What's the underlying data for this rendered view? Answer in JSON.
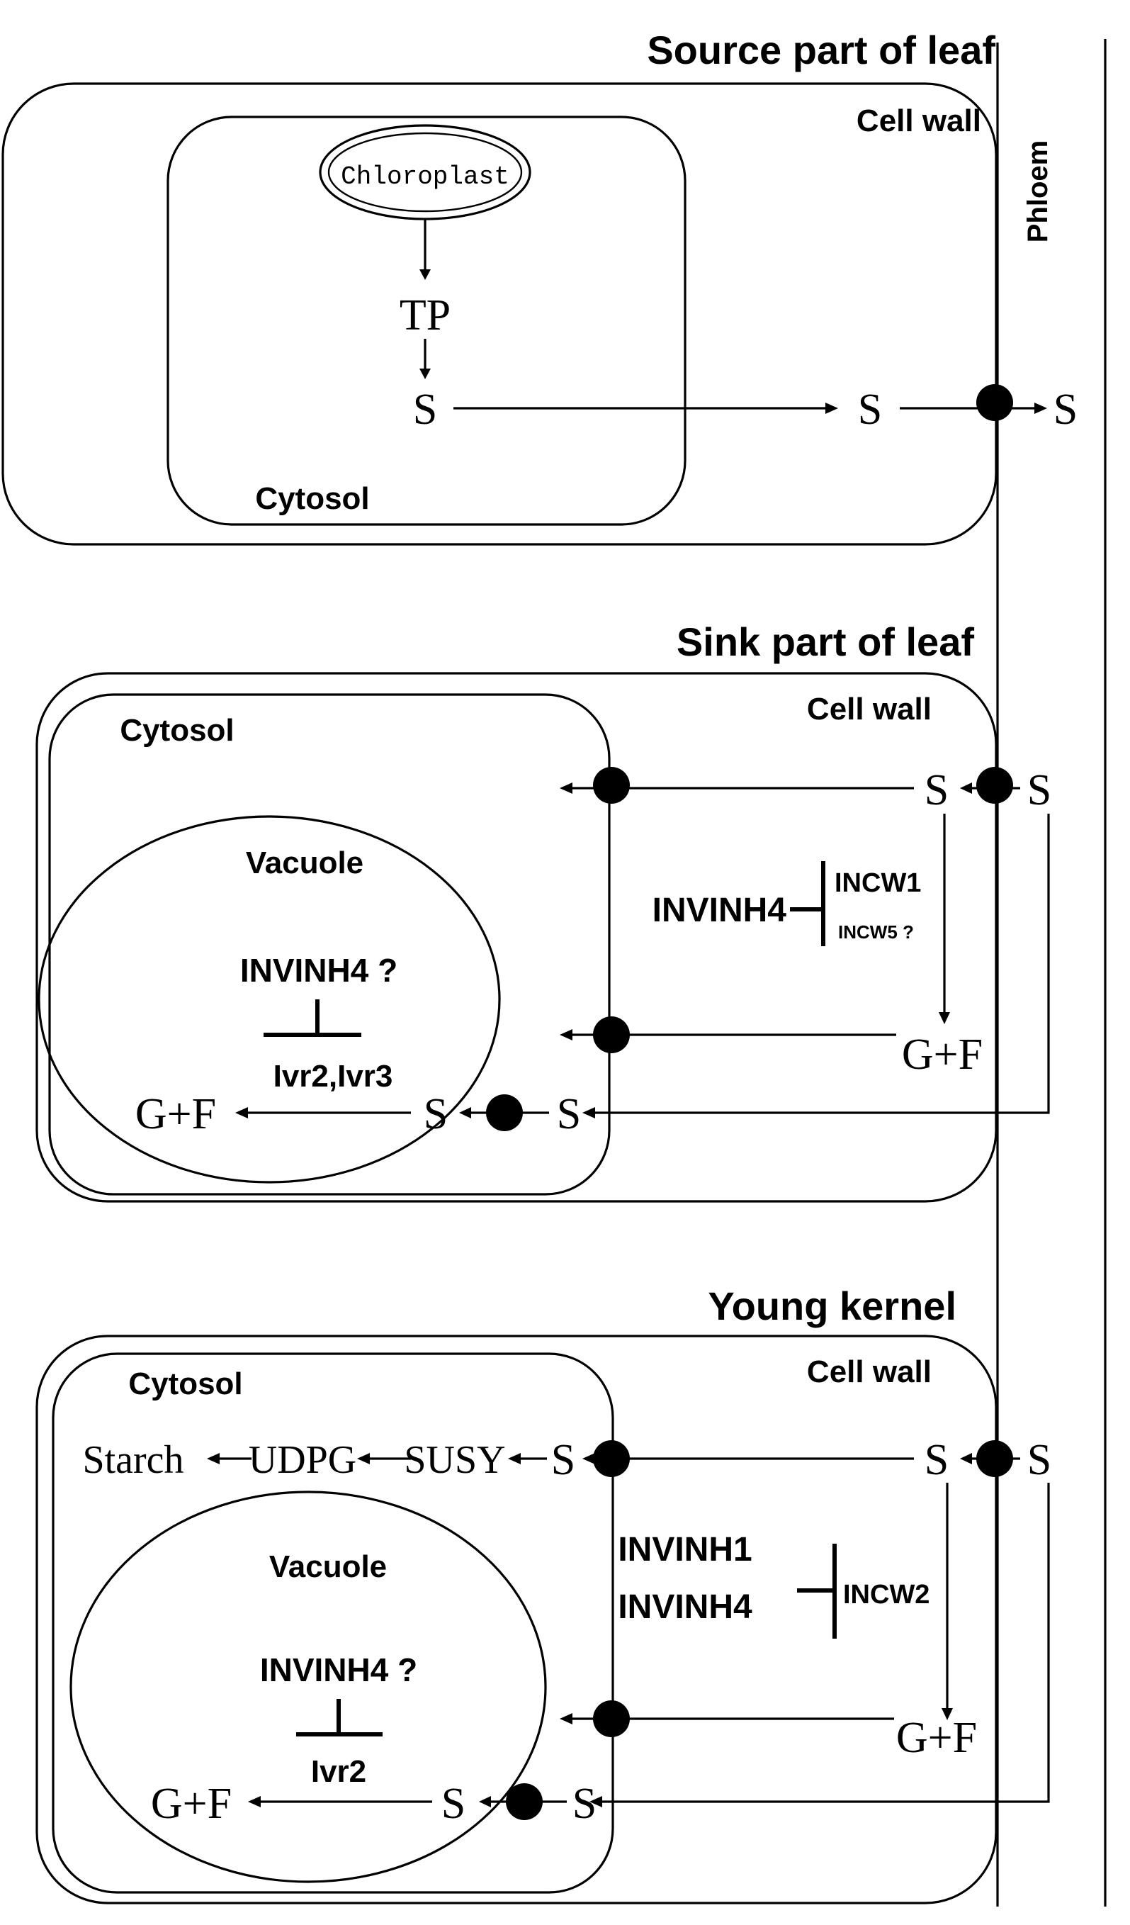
{
  "source": {
    "title": "Source part of leaf",
    "cell_wall": "Cell wall",
    "phloem": "Phloem",
    "chloroplast": "Chloroplast",
    "tp": "TP",
    "cytosol": "Cytosol",
    "s_cytosol": "S",
    "s_wall": "S",
    "s_phloem": "S"
  },
  "sink": {
    "title": "Sink part of leaf",
    "cell_wall": "Cell wall",
    "cytosol": "Cytosol",
    "vacuole": "Vacuole",
    "s_wall": "S",
    "s_phloem": "S",
    "invinh4": "INVINH4",
    "incw1": "INCW1",
    "incw5": "INCW5 ?",
    "gf_wall": "G+F",
    "vac_inhibitor": "INVINH4 ?",
    "ivr": "Ivr2,Ivr3",
    "gf_vac": "G+F",
    "s_vac": "S",
    "s_cyt": "S"
  },
  "kernel": {
    "title": "Young kernel",
    "cell_wall": "Cell wall",
    "cytosol": "Cytosol",
    "vacuole": "Vacuole",
    "starch": "Starch",
    "udpg": "UDPG",
    "susy": "SUSY",
    "s_cyt_top": "S",
    "s_wall": "S",
    "s_phloem": "S",
    "invinh1": "INVINH1",
    "invinh4": "INVINH4",
    "incw2": "INCW2",
    "gf_wall": "G+F",
    "vac_inhibitor": "INVINH4 ?",
    "ivr": "Ivr2",
    "gf_vac": "G+F",
    "s_vac": "S",
    "s_cyt": "S"
  }
}
